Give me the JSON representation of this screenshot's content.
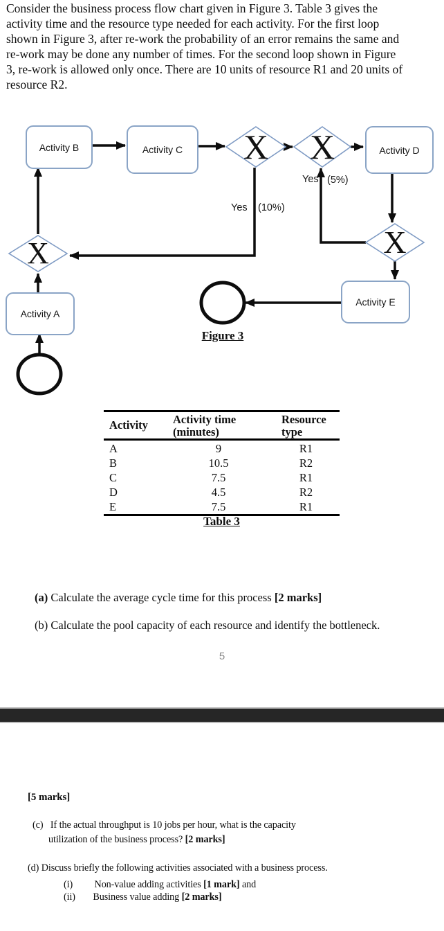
{
  "intro": {
    "lines": [
      "Consider the business process flow chart given in Figure 3. Table 3 gives the",
      "activity time and the resource type needed for each activity. For the first loop",
      "shown in Figure 3, after re-work the probability of an error remains the same and",
      "re-work may be done any number of times. For the second loop shown in Figure",
      "3, re-work is allowed only once. There are 10 units of resource R1 and 20 units of",
      "resource R2."
    ]
  },
  "flowchart": {
    "caption": "Figure 3",
    "gateway_label": "X",
    "activities": {
      "a": "Activity A",
      "b": "Activity B",
      "c": "Activity C",
      "d": "Activity D",
      "e": "Activity E"
    },
    "loop1": {
      "yes": "Yes",
      "prob": "(10%)"
    },
    "loop2": {
      "yes": "Yes",
      "prob": "(5%)"
    }
  },
  "table": {
    "caption": "Table 3",
    "header": {
      "col1": "Activity",
      "col2_line1": "Activity time",
      "col2_line2": "(minutes)",
      "col3_line1": "Resource",
      "col3_line2": "type"
    },
    "rows": [
      {
        "activity": "A",
        "time": "9",
        "resource": "R1"
      },
      {
        "activity": "B",
        "time": "10.5",
        "resource": "R2"
      },
      {
        "activity": "C",
        "time": "7.5",
        "resource": "R1"
      },
      {
        "activity": "D",
        "time": "4.5",
        "resource": "R2"
      },
      {
        "activity": "E",
        "time": "7.5",
        "resource": "R1"
      }
    ]
  },
  "questions": {
    "a": {
      "label": "(a)",
      "text": "Calculate the average cycle time for this process",
      "marks": "[2 marks]"
    },
    "b": {
      "label": "(b)",
      "text": "Calculate the pool capacity of each resource and identify the bottleneck."
    }
  },
  "page1_number": "5",
  "page2": {
    "marks_heading": "[5 marks]",
    "c": {
      "label": "(c)",
      "line1": "If the actual throughput is 10 jobs per hour, what is the capacity",
      "line2": "utilization of the business process?",
      "marks": "[2 marks]"
    },
    "d": {
      "label": "(d)",
      "text": "Discuss briefly the following activities associated with a business process."
    },
    "d_items": [
      {
        "label": "(i)",
        "text": "Non-value adding activities",
        "marks": "[1 mark]",
        "suffix": "and"
      },
      {
        "label": "(ii)",
        "text": "Business value adding",
        "marks": "[2 marks]",
        "suffix": ""
      }
    ]
  },
  "colors": {
    "node_border": "#8aa4c6",
    "gateway_border": "#7f9bc4",
    "flow_line": "#0d0d0d",
    "separator_band": "#262626",
    "page_number_gray": "#8a8a8a"
  }
}
